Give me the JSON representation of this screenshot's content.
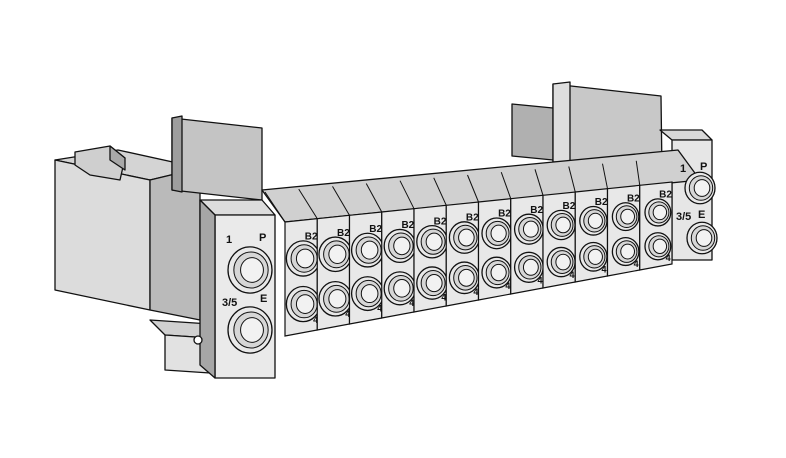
{
  "drawing": {
    "labels": {
      "left_port_p_number": "1",
      "left_port_p_letter": "P",
      "left_port_e_number": "3/5",
      "left_port_e_letter": "E",
      "right_port_p_number": "1",
      "right_port_p_letter": "P",
      "right_port_e_number": "3/5",
      "right_port_e_letter": "E",
      "port_b_label": "B",
      "port_b_number": "2",
      "port_a_number": "4"
    },
    "station_count": 12,
    "colors": {
      "face": "#e8e8e8",
      "top": "#d6d6d6",
      "side": "#bdbdbd",
      "dark": "#8e8e8e",
      "outline": "#111111",
      "fitting_inner": "#f2f2f2"
    }
  }
}
